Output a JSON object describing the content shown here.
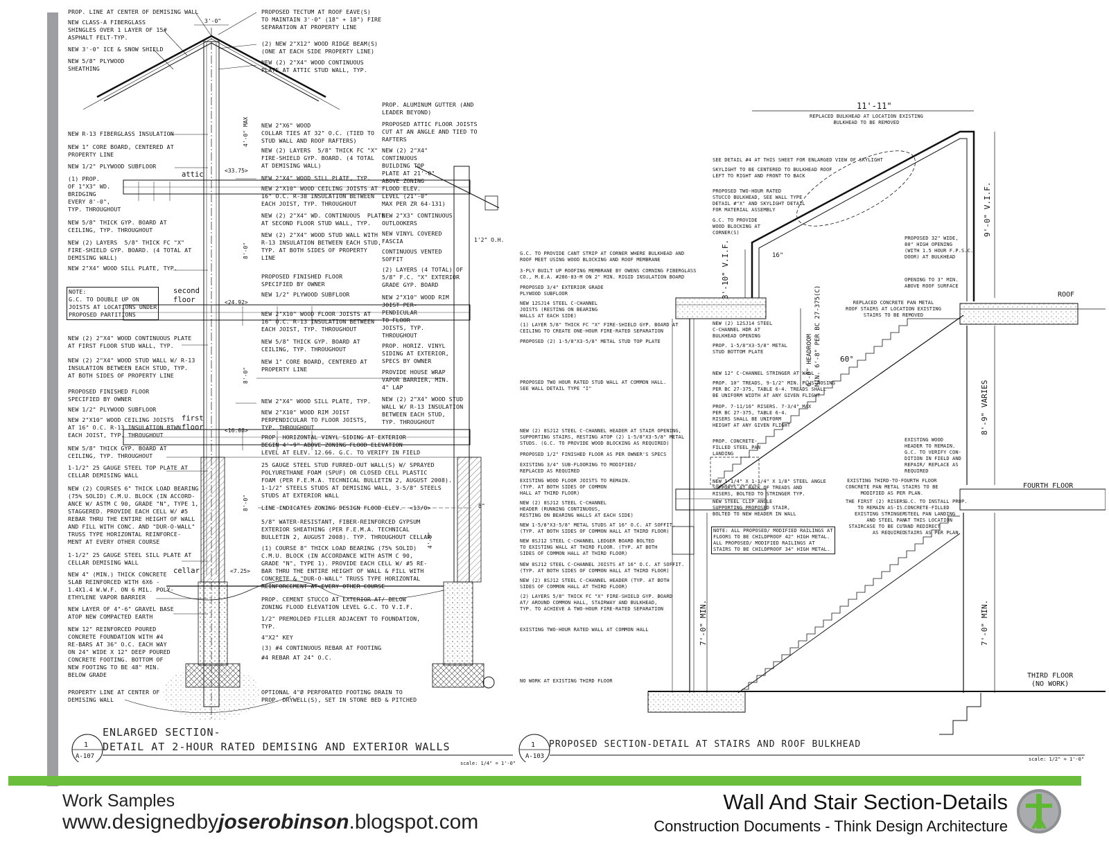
{
  "left_section": {
    "left_notes": [
      "PROP. LINE AT CENTER OF DEMISING WALL",
      "NEW CLASS-A FIBERGLASS\nSHINGLES OVER 1 LAYER OF 15#\nASPHALT FELT-TYP.",
      "NEW 3'-0\" ICE & SNOW SHIELD",
      "NEW 5/8\" PLYWOOD\nSHEATHING",
      "NEW R-13 FIBERGLASS INSULATION",
      "NEW 1\" CORE BOARD, CENTERED AT\nPROPERTY LINE",
      "NEW 1/2\" PLYWOOD SUBFLOOR",
      "(1) PROP.\nOF 1\"X3\" WD.\nBRIDGING\nEVERY 8'-0\",\nTYP. THROUGHOUT",
      "NEW 5/8\" THICK GYP. BOARD AT\nCEILING, TYP. THROUGHOUT",
      "NEW (2) LAYERS  5/8\" THICK FC \"X\"\nFIRE-SHIELD GYP. BOARD. (4 TOTAL AT\nDEMISING WALL)",
      "NEW 2\"X4\" WOOD SILL PLATE, TYP.",
      "NOTE:\nG.C. TO DOUBLE UP ON\nJOISTS AT LOCATIONS UNDER\nPROPOSED PARTITIONS",
      "NEW (2) 2\"X4\" WOOD CONTINUOUS PLATE\nAT FIRST FLOOR STUD WALL, TYP.",
      "NEW (2) 2\"X4\" WOOD STUD WALL W/ R-13\nINSULATION BETWEEN EACH STUD, TYP.\nAT BOTH SIDES OF PROPERTY LINE",
      "PROPOSED FINISHED FLOOR\nSPECIFIED BY OWNER",
      "NEW 1/2\" PLYWOOD SUBFLOOR",
      "NEW 2\"X10\" WOOD CEILING JOISTS\nAT 16\" O.C. R-13 INSULATION BTWN\nEACH JOIST, TYP. THROUGHOUT",
      "NEW 5/8\" THICK GYP. BOARD AT\nCEILING, TYP. THROUGHOUT",
      "1-1/2\" 25 GAUGE STEEL TOP PLATE AT\nCELLAR DEMISING WALL",
      "NEW (2) COURSES 6\" THICK LOAD BEARING\n(75% SOLID) C.M.U. BLOCK (IN ACCORD-\nANCE W/ ASTM C 90, GRADE \"N\", TYPE 1,\nSTAGGERED. PROVIDE EACH CELL W/ #5\nREBAR THRU THE ENTIRE HEIGHT OF WALL\nAND FILL WITH CONC. AND \"DUR-O-WALL\"\nTRUSS TYPE HORIZONTAL REINFORCE-\nMENT AT EVERY OTHER COURSE",
      "1-1/2\" 25 GAUGE STEEL SILL PLATE AT\nCELLAR DEMISING WALL",
      "NEW 4\" (MIN.) THICK CONCRETE\nSLAB REINFORCED WITH 6X6 -\n1.4X1.4 W.W.F. ON 6 MIL. POLY-\nETHYLENE VAPOR BARRIER",
      "NEW LAYER OF 4\"-6\" GRAVEL BASE\nATOP NEW COMPACTED EARTH",
      "NEW 12\" REINFORCED POURED\nCONCRETE FOUNDATION WITH #4\nRE-BARS AT 36\" O.C. EACH WAY\nON 24\" WIDE X 12\" DEEP POURED\nCONCRETE FOOTING. BOTTOM OF\nNEW FOOTING TO BE 48\" MIN.\nBELOW GRADE",
      "PROPERTY LINE AT CENTER OF\nDEMISING WALL"
    ],
    "mid_notes": [
      "PROPOSED TECTUM AT ROOF EAVE(S)\nTO MAINTAIN 3'-0\" (18\" + 18\") FIRE\nSEPARATION AT PROPERTY LINE",
      "(2) NEW 2\"X12\" WOOD RIDGE BEAM(S)\n(ONE AT EACH SIDE PROPERTY LINE)",
      "NEW (2) 2\"X4\" WOOD CONTINUOUS\nPLATE AT ATTIC STUD WALL, TYP.",
      "NEW 2\"X6\" WOOD\nCOLLAR TIES AT 32\" O.C. (TIED TO\nSTUD WALL AND ROOF RAFTERS)",
      "NEW (2) LAYERS  5/8\" THICK FC \"X\"\nFIRE-SHIELD GYP. BOARD. (4 TOTAL\nAT DEMISING WALL)",
      "NEW 2\"X4\" WOOD SILL PLATE, TYP.",
      "NEW 2\"X10\" WOOD CEILING JOISTS AT\n16\" O.C. R-38 INSULATION BETWEEN\nEACH JOIST, TYP. THROUGHOUT",
      "NEW (2) 2\"X4\" WD. CONTINUOUS  PLATE\nAT SECOND FLOOR STUD WALL, TYP.",
      "NEW (2) 2\"X4\" WOOD STUD WALL WITH\nR-13 INSULATION BETWEEN EACH STUD,\nTYP. AT BOTH SIDES OF PROPERTY\nLINE",
      "PROPOSED FINISHED FLOOR\nSPECIFIED BY OWNER",
      "NEW 1/2\" PLYWOOD SUBFLOOR",
      "NEW 2\"X10\" WOOD FLOOR JOISTS AT\n16\" O.C. R-13 INSULATION BETWEEN\nEACH JOIST, TYP. THROUGHOUT",
      "NEW 5/8\" THICK GYP. BOARD AT\nCEILING, TYP. THROUGHOUT",
      "NEW 1\" CORE BOARD, CENTERED AT\nPROPERTY LINE",
      "NEW 2\"X4\" WOOD SILL PLATE, TYP.",
      "NEW 2\"X10\" WOOD RIM JOIST\nPERPENDICULAR TO FLOOR JOISTS,\nTYP. THROUGHOUT",
      "PROP. HORIZONTAL VINYL SIDING AT EXTERIOR\nBEGIN 4'-9\" ABOVE ZONING FLOOD ELEVATION\nLEVEL AT ELEV. 12.66. G.C. TO VERIFY IN FIELD",
      "25 GAUGE STEEL STUD FURRED-OUT WALL(S) W/ SPRAYED\nPOLYURETHANE FOAM (SPUF) OR CLOSED CELL PLASTIC\nFOAM (PER F.E.M.A. TECHNICAL BULLETIN 2, AUGUST 2008).\n1-1/2\" STEELS STUDS AT DEMISING WALL, 3-5/8\" STEELS\nSTUDS AT EXTERIOR WALL",
      "LINE INDICATES ZONING DESIGN FLOOD ELEV.  <13/0>",
      "5/8\" WATER-RESISTANT, FIBER-REINFORCED GYPSUM\nEXTERIOR SHEATHING (PER F.E.M.A. TECHNICAL\nBULLETIN 2, AUGUST 2008). TYP. THROUGHOUT CELLAR",
      "(1) COURSE 8\" THICK LOAD BEARING (75% SOLID)\nC.M.U. BLOCK (IN ACCORDANCE WITH ASTM C 90,\nGRADE \"N\", TYPE 1). PROVIDE EACH CELL W/ #5 RE-\nBAR THRU THE ENTIRE HEIGHT OF WALL & FILL WITH\nCONCRETE & \"DUR-O-WALL\" TRUSS TYPE HORIZONTAL\nREINFORCEMENT AT EVERY OTHER COURSE",
      "PROP. CEMENT STUCCO AT EXTERIOR AT/ BELOW\nZONING FLOOD ELEVATION LEVEL G.C. TO V.I.F.",
      "1/2\" PREMOLDED FILLER ADJACENT TO FOUNDATION,\nTYP.",
      "4\"X2\" KEY",
      "(3) #4 CONTINUOUS REBAR AT FOOTING",
      "#4 REBAR AT 24\" O.C.",
      "OPTIONAL 4\"Ø PERFORATED FOOTING DRAIN TO\nPROP. DRYWELL(S), SET IN STONE BED & PITCHED"
    ],
    "ext_notes": [
      "PROP. ALUMINUM GUTTER (AND\nLEADER BEYOND)",
      "PROPOSED ATTIC FLOOR JOISTS\nCUT AT AN ANGLE AND TIED TO\nRAFTERS",
      "NEW (2) 2\"X4\"\nCONTINUOUS\nBUILDING TOP\nPLATE AT 21'-0\"\nABOVE ZONING\nFLOOD ELEV.\nLEVEL (21'-0\"\nMAX PER ZR 64-131)",
      "NEW 2\"X3\" CONTINUOUS\nOUTLOOKERS",
      "NEW VINYL COVERED\nFASCIA",
      "CONTINUOUS VENTED\nSOFFIT",
      "(2) LAYERS (4 TOTAL) OF\n5/8\" F.C. \"X\" EXTERIOR\nGRADE GYP. BOARD",
      "NEW 2\"X10\" WOOD RIM\nJOIST PER-\nPENDICULAR\nTO FLOOR\nJOISTS, TYP.\nTHROUGHOUT",
      "PROP. HORIZ. VINYL\nSIDING AT EXTERIOR,\nSPECS BY OWNER",
      "PROVIDE HOUSE WRAP\nVAPOR BARRIER, MIN.\n4\" LAP",
      "NEW (2) 2\"X4\" WOOD STUD\nWALL W/ R-13 INSULATION\nBETWEEN EACH STUD,\nTYP. THROUGHOUT"
    ],
    "floor_labels": [
      "attic",
      "second\nfloor",
      "first\nfloor",
      "cellar"
    ],
    "elev_tags": [
      "<33.75>",
      "<24.92>",
      "<16.08>",
      "<7.25>"
    ],
    "dims": [
      "3'-0\"",
      "4'-0\" MAX",
      "8'-0\"",
      "8'-0\"",
      "8'-0\"",
      "4'-8\"",
      "8\"",
      "1'2\" O.H."
    ],
    "title": "ENLARGED SECTION-\nDETAIL AT 2-HOUR RATED DEMISING AND EXTERIOR WALLS",
    "detail_num": "1",
    "sheet_num": "A-107",
    "scale": "scale: 1/4\" = 1'-0\""
  },
  "right_section": {
    "notes_top": [
      "REPLACED BULKHEAD AT LOCATION EXISTING\nBULKHEAD TO BE REMOVED",
      "SEE DETAIL #4 AT THIS SHEET FOR ENLARGED VIEW OF SKYLIGHT",
      "SKYLIGHT TO BE CENTERED TO BULKHEAD ROOF\nLEFT TO RIGHT AND FRONT TO BACK",
      "PROPOSED TWO-HOUR RATED\nSTUCCO BULKHEAD, SEE WALL TYPE\nDETAIL #\"X\" AND SKYLIGHT DETAIL\nFOR MATERIAL ASSEMBLY",
      "G.C. TO PROVIDE\nWOOD BLOCKING AT\nCORNER(S)"
    ],
    "notes_left": [
      "G.C. TO PROVIDE CANT STRIP AT CORNER WHERE BULKHEAD AND\nROOF MEET USING WOOD BLOCKING AND ROOF MEMBRANE",
      "3-PLY BUILT UP ROOFING MEMBRANE BY OWENS CORNING FIBERGLASS\nCO., M.E.A. #286-83-M ON 2\" MIN. RIGID INSULATION BOARD",
      "PROPOSED 3/4\" EXTERIOR GRADE\nPLYWOOD SUBFLOOR",
      "NEW 12SJ14 STEEL C-CHANNEL\nJOISTS (RESTING ON BEARING\nWALLS AT EACH SIDE)",
      "(1) LAYER 5/8\" THICK FC \"X\" FIRE-SHIELD GYP. BOARD AT\nCEILING TO CREATE ONE-HOUR FIRE-RATED SEPARATION",
      "PROPOSED (2) 1-5/8\"X3-5/8\" METAL STUD TOP PLATE",
      "PROPOSED TWO HOUR RATED STUD WALL AT COMMON HALL.\nSEE WALL DETAIL TYPE \"I\"",
      "NEW (2) 8SJ12 STEEL C-CHANNEL HEADER AT STAIR OPENING,\nSUPPORTING STAIRS, RESTING ATOP (2) 1-5/8\"X3-5/8\" METAL\nSTUDS. (G.C. TO PROVIDE WOOD BLOCKING AS REQUIRED)",
      "PROPOSED 1/2\" FINISHED FLOOR AS PER OWNER'S SPECS",
      "EXISTING 3/4\" SUB-FLOORING TO MODIFIED/\nREPLACED AS REQUIRED",
      "EXISTING WOOD FLOOR JOISTS TO REMAIN.\n(TYP. AT BOTH SIDES OF COMMON\nHALL AT THIRD FLOOR)",
      "NEW (2) 8SJ12 STEEL C-CHANNEL\nHEADER (RUNNING CONTINUOUS,\nRESTING ON BEARING WALLS AT EACH SIDE)",
      "NEW 1-5/8\"X3-5/8\" METAL STUDS AT 16\" O.C. AT SOFFIT.\n(TYP. AT BOTH SIDES OF COMMON HALL AT THIRD FLOOR)",
      "NEW 8SJ12 STEEL C-CHANNEL LEDGER BOARD BOLTED\nTO EXISTING WALL AT THIRD FLOOR. (TYP. AT BOTH\nSIDES OF COMMON HALL AT THIRD FLOOR)",
      "NEW 8SJ12 STEEL C-CHANNEL JOISTS AT 16\" O.C. AT SOFFIT.\n(TYP. AT BOTH SIDES OF COMMON HALL AT THIRD FLOOR)",
      "NEW (2) 8SJ12 STEEL C-CHANNEL HEADER (TYP. AT BOTH\nSIDES OF COMMON HALL AT THIRD FLOOR)",
      "(2) LAYERS 5/8\" THICK FC \"X\" FIRE-SHIELD GYP. BOARD\nAT/ AROUND COMMON HALL, STAIRWAY AND BULKHEAD,\nTYP. TO ACHIEVE A TWO-HOUR FIRE-RATED SEPARATION",
      "EXISTING TWO-HOUR RATED WALL AT COMMON HALL",
      "NO WORK AT EXISTING THIRD FLOOR"
    ],
    "notes_center": [
      "NEW (2) 12SJ14 STEEL\nC-CHANNEL HDR AT\nBULKHEAD OPENING",
      "PROP. 1-5/8\"X3-5/8\" METAL\nSTUD BOTTOM PLATE",
      "NEW 12\" C-CHANNEL STRINGER AT WALL",
      "PROP. 10\" TREADS, 9-1/2\" MIN. PLUS NOSING\nPER BC 27-375, TABLE 6-4. TREADS SHALL\nBE UNIFORM WIDTH AT ANY GIVEN FLIGHT",
      "PROP. 7-11/16\" RISERS. 7-3/4\" MAX\nPER BC 27-375, TABLE 6-4.\nRISERS SHALL BE UNIFORM\nHEIGHT AT ANY GIVEN FLIGHT",
      "PROP. CONCRETE-\nFILLED STEEL PAN\nLANDING",
      "NEW 1-1/4\" X 1-1/4\" X 1/8\" STEEL ANGLE\nSUPPORTS AT BACK OF TREADS AND\nRISERS, BOLTED TO STRINGER TYP.",
      "NEW STEEL CLIP ANGLE\nSUPPORTING PROPOSED STAIR,\nBOLTED TO NEW HEADER IN WALL",
      "NOTE: ALL PROPOSED/ MODIFIED RAILINGS AT\nFLOORS TO BE CHILDPROOF 42\" HIGH METAL.\nALL PROPOSED/ MODIFIED RAILINGS AT\nSTAIRS TO BE CHILDPROOF 34\" HIGH METAL."
    ],
    "notes_right": [
      "PROPOSED 32\" WIDE,\n80\" HIGH OPENING\n(WITH 1.5 HOUR F.P.S.C.\nDOOR) AT BULKHEAD",
      "OPENING TO 3\" MIN.\nABOVE ROOF SURFACE",
      "REPLACED CONCRETE PAN METAL\nROOF STAIRS AT LOCATION EXISTING\nSTAIRS TO BE REMOVED",
      "EXISTING WOOD\nHEADER TO REMAIN.\nG.C. TO VERIFY CON-\nDITION IN FIELD AND\nREPAIR/ REPLACE AS\nREQUIRED",
      "EXISTING THIRD-TO-FOURTH FLOOR\nCONCRETE PAN METAL STAIRS TO BE\nMODIFIED AS PER PLAN.",
      "THE FIRST (2) RISERS\nTO REMAIN AS-IS.\nEXISTING STRINGER\nAND STEEL PAN\nSTAIRCASE TO BE CUT\nAS REQUIRED",
      "G.C. TO INSTALL PROP.\nCONCRETE-FILLED\nSTEEL PAN LANDING\nAT THIS LOCATION\nAND REDIRECT\nSTAIRS AS PER PLAN"
    ],
    "levels": [
      "ROOF",
      "FOURTH FLOOR",
      "THIRD FLOOR\n(NO WORK)"
    ],
    "dims": [
      "11'-11\"",
      "9'-0\" V.I.F.",
      "3'-10\" V.I.F.",
      "16\"",
      "6'-0\" HEADROOM\nMIN. 6'-8\" PER BC 27-375(C)",
      "60°",
      "8'-9\" VARIES",
      "7'-0\" MIN.",
      "7'-0\" MIN."
    ],
    "title": "PROPOSED SECTION-DETAIL AT STAIRS AND ROOF BULKHEAD",
    "detail_num": "1",
    "sheet_num": "A-103",
    "scale": "scale: 1/2\" = 1'-0\""
  },
  "footer": {
    "left_line1": "Work Samples",
    "left_line2_a": "www.designedby",
    "left_line2_b": "joserobinson",
    "left_line2_c": ".blogspot.com",
    "right_line1": "Wall And Stair Section-Details",
    "right_line2": "Construction Documents - Think Design Architecture"
  },
  "colors": {
    "green_bar": "#6bbd3c",
    "grey_bar": "#9c9ea2",
    "logo_green": "#5fb832",
    "logo_grey": "#8e9094"
  }
}
